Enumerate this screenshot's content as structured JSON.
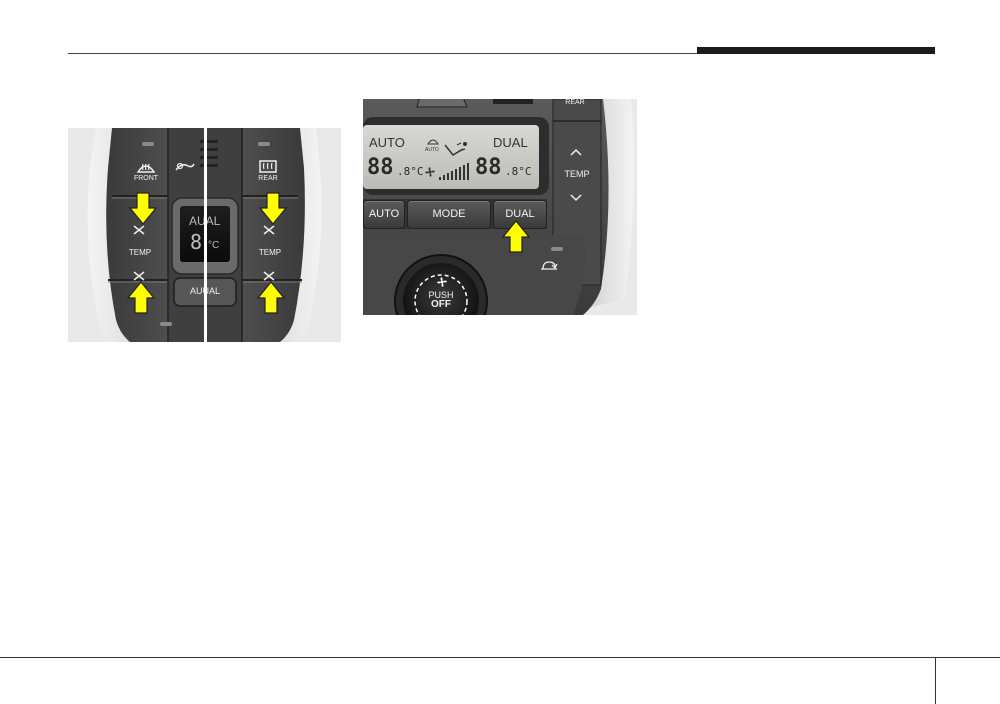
{
  "page": {
    "rule_color": "#444444"
  },
  "figure_left": {
    "front_defrost_label": "FRONT",
    "rear_defrost_label": "REAR",
    "temp_label_left": "TEMP",
    "temp_label_right": "TEMP",
    "lcd_text": "AUAL",
    "lcd_digits": "8",
    "lcd_unit": "°C",
    "dual_button_label": "AUUAL",
    "arrow_color": "#ffff00",
    "icons": [
      "front-defrost-icon",
      "rear-defrost-icon",
      "air-flow-icon",
      "temp-up-arrow",
      "temp-down-arrow"
    ]
  },
  "figure_right": {
    "rear_label": "REAR",
    "lcd": {
      "auto_text": "AUTO",
      "dual_text": "DUAL",
      "auto_small": "AUTO",
      "left_temp": "88",
      "left_temp_suffix": ".8°C",
      "right_temp": "88",
      "right_temp_suffix": ".8°C"
    },
    "auto_button_label": "AUTO",
    "mode_button_label": "MODE",
    "dual_button_label": "DUAL",
    "temp_label": "TEMP",
    "knob_label_line1": "PUSH",
    "knob_label_line2": "OFF",
    "arrow_color": "#ffff00",
    "icons": [
      "fan-icon",
      "recirculation-icon",
      "temp-up-chevron",
      "temp-down-chevron"
    ]
  }
}
